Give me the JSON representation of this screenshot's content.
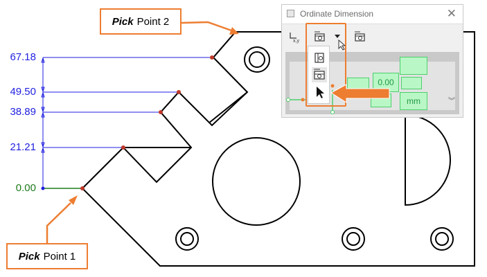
{
  "dimensions": {
    "labels": [
      "67.18",
      "49.50",
      "38.89",
      "21.21",
      "0.00"
    ],
    "dimension_color": "#1F1FE0",
    "origin_color": "#1E7B1E"
  },
  "callouts": {
    "point1": {
      "bold": "Pick",
      "text": "Point 1"
    },
    "point2": {
      "bold": "Pick",
      "text": "Point 2"
    },
    "color": "#ED7D31"
  },
  "panel": {
    "title": "Ordinate Dimension",
    "close_glyph": "✕",
    "toolbar": [
      "xy-dimension-icon",
      "ordinate-dimension-icon",
      "dropdown-arrow-icon",
      "ordinate-dimension-alt-icon"
    ],
    "dropdown_items": [
      "vertical-ordinate-icon",
      "horizontal-ordinate-icon",
      "select-cursor-icon"
    ],
    "preview": {
      "value": "0.00",
      "unit": "mm"
    }
  },
  "colors": {
    "accent": "#ED7D31",
    "preview_fill": "#B9F7C6",
    "preview_border": "#4CCF6B"
  }
}
